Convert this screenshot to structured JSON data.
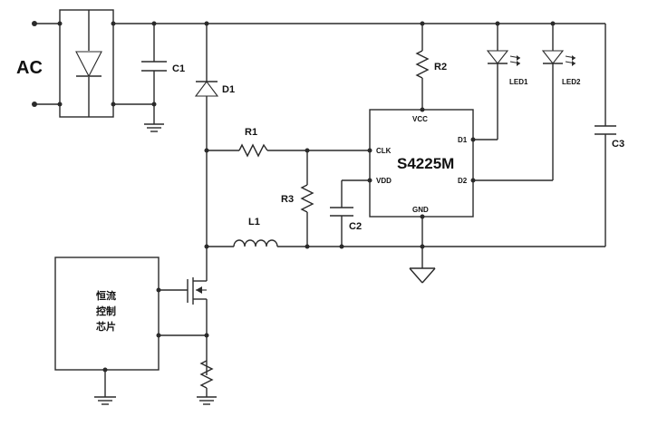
{
  "source_label": "AC",
  "ic": {
    "name": "S4225M",
    "pins": {
      "vcc": "VCC",
      "clk": "CLK",
      "vdd": "VDD",
      "gnd": "GND",
      "d1": "D1",
      "d2": "D2"
    }
  },
  "components": {
    "c1": "C1",
    "d1": "D1",
    "r1": "R1",
    "r2": "R2",
    "r3": "R3",
    "c2": "C2",
    "c3": "C3",
    "l1": "L1",
    "led1": "LED1",
    "led2": "LED2"
  },
  "control_chip": {
    "lines": [
      "恒流",
      "控制",
      "芯片"
    ]
  }
}
